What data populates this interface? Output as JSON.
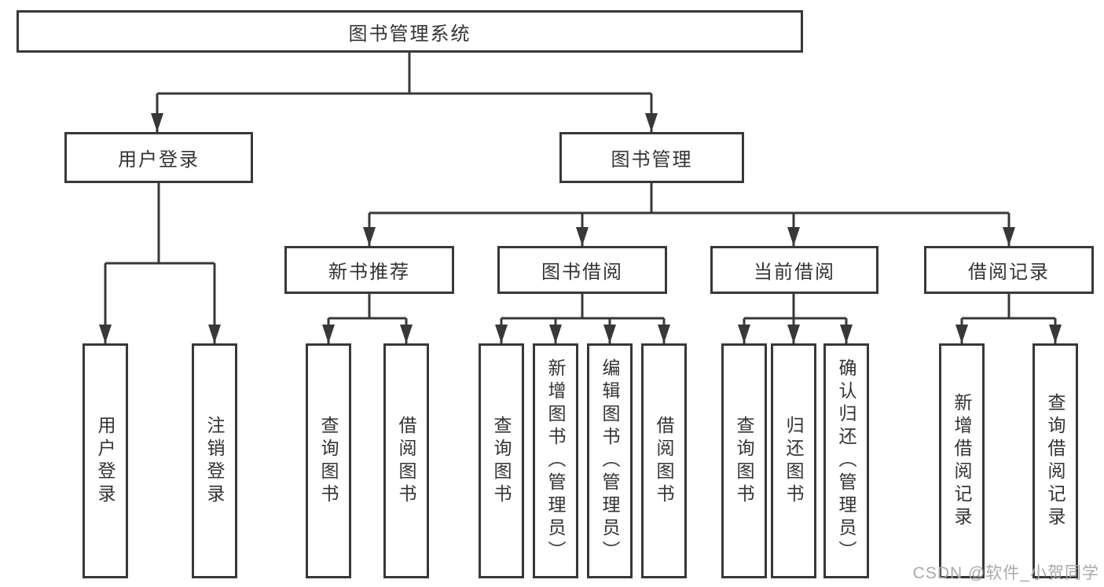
{
  "diagram": {
    "root": {
      "label": "图书管理系统"
    },
    "branches": [
      {
        "label": "用户登录",
        "children": [
          {
            "label": "用户登录"
          },
          {
            "label": "注销登录"
          }
        ]
      },
      {
        "label": "图书管理",
        "children": [
          {
            "label": "新书推荐",
            "children": [
              {
                "label": "查询图书"
              },
              {
                "label": "借阅图书"
              }
            ]
          },
          {
            "label": "图书借阅",
            "children": [
              {
                "label": "查询图书"
              },
              {
                "label": "新增图书（管理员）"
              },
              {
                "label": "编辑图书（管理员）"
              },
              {
                "label": "借阅图书"
              }
            ]
          },
          {
            "label": "当前借阅",
            "children": [
              {
                "label": "查询图书"
              },
              {
                "label": "归还图书"
              },
              {
                "label": "确认归还（管理员）"
              }
            ]
          },
          {
            "label": "借阅记录",
            "children": [
              {
                "label": "新增借阅记录"
              },
              {
                "label": "查询借阅记录"
              }
            ]
          }
        ]
      }
    ]
  },
  "watermark": "CSDN @软件_小贺同学",
  "colors": {
    "line": "#383838",
    "text": "#333333",
    "watermark": "#a9a9a9",
    "background": "#ffffff"
  }
}
